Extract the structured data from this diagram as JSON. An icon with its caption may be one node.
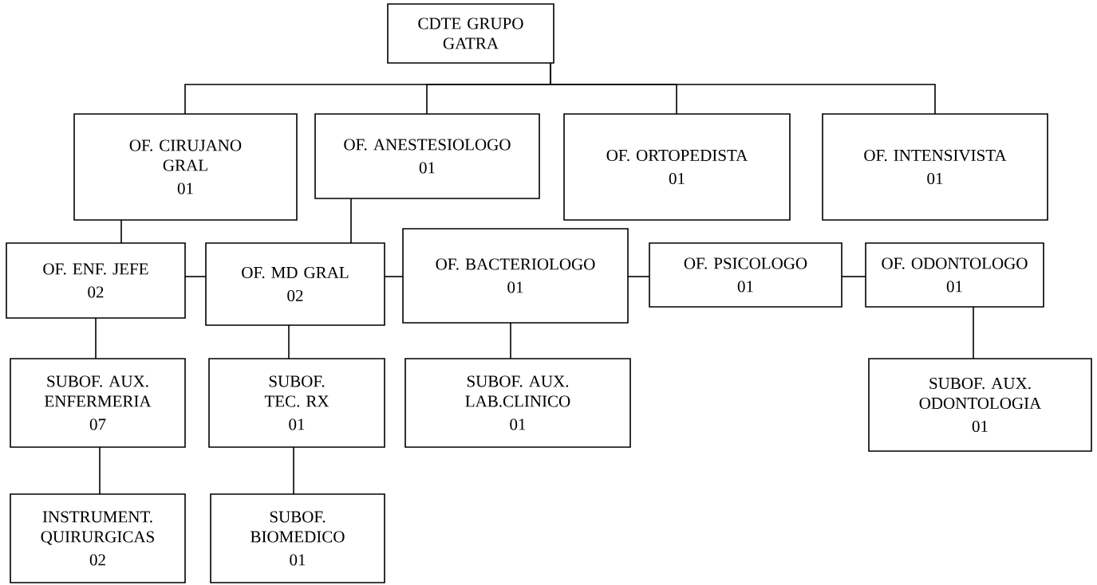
{
  "diagram": {
    "nodes": [
      {
        "text": [
          "CDTE GRUPO GATRA"
        ]
      },
      {
        "text": [
          "OF. CIRUJANO GRAL",
          "01"
        ]
      },
      {
        "text": [
          "OF. ANESTESIOLOGO",
          "01"
        ]
      },
      {
        "text": [
          "OF. ORTOPEDISTA",
          "01"
        ]
      },
      {
        "text": [
          "OF. INTENSIVISTA",
          "01"
        ]
      },
      {
        "text": [
          "OF. ENF. JEFE",
          "02"
        ]
      },
      {
        "text": [
          "OF. MD GRAL",
          "02"
        ]
      },
      {
        "text": [
          "OF. BACTERIOLOGO",
          "01"
        ]
      },
      {
        "text": [
          "OF. PSICOLOGO",
          "01"
        ]
      },
      {
        "text": [
          "OF. ODONTOLOGO",
          "01"
        ]
      },
      {
        "text": [
          "SUBOF. AUX. ENFERMERIA",
          "07"
        ]
      },
      {
        "text": [
          "SUBOF. TEC. RX",
          "01"
        ]
      },
      {
        "text": [
          "SUBOF. AUX. LAB.CLINICO",
          "01"
        ]
      },
      {
        "text": [
          "SUBOF. AUX. ODONTOLOGIA",
          "01"
        ]
      },
      {
        "text": [
          "INSTRUMENT. QUIRURGICAS",
          "02"
        ]
      },
      {
        "text": [
          "SUBOF. BIOMEDICO",
          "01"
        ]
      }
    ],
    "edges": [
      {
        "from": 0,
        "to": 1,
        "arrow": "none"
      },
      {
        "from": 0,
        "to": 2,
        "arrow": "none"
      },
      {
        "from": 0,
        "to": 3,
        "arrow": "none"
      },
      {
        "from": 0,
        "to": 4,
        "arrow": "none"
      },
      {
        "from": 1,
        "to": 5,
        "arrow": "none"
      },
      {
        "from": 2,
        "to": 6,
        "arrow": "none"
      },
      {
        "from": 5,
        "to": 6,
        "arrow": "none"
      },
      {
        "from": 6,
        "to": 7,
        "arrow": "none"
      },
      {
        "from": 7,
        "to": 8,
        "arrow": "none"
      },
      {
        "from": 8,
        "to": 9,
        "arrow": "none"
      },
      {
        "from": 5,
        "to": 10,
        "arrow": "none"
      },
      {
        "from": 6,
        "to": 11,
        "arrow": "none"
      },
      {
        "from": 7,
        "to": 12,
        "arrow": "none"
      },
      {
        "from": 9,
        "to": 13,
        "arrow": "none"
      },
      {
        "from": 10,
        "to": 14,
        "arrow": "none"
      },
      {
        "from": 11,
        "to": 15,
        "arrow": "none"
      }
    ]
  }
}
